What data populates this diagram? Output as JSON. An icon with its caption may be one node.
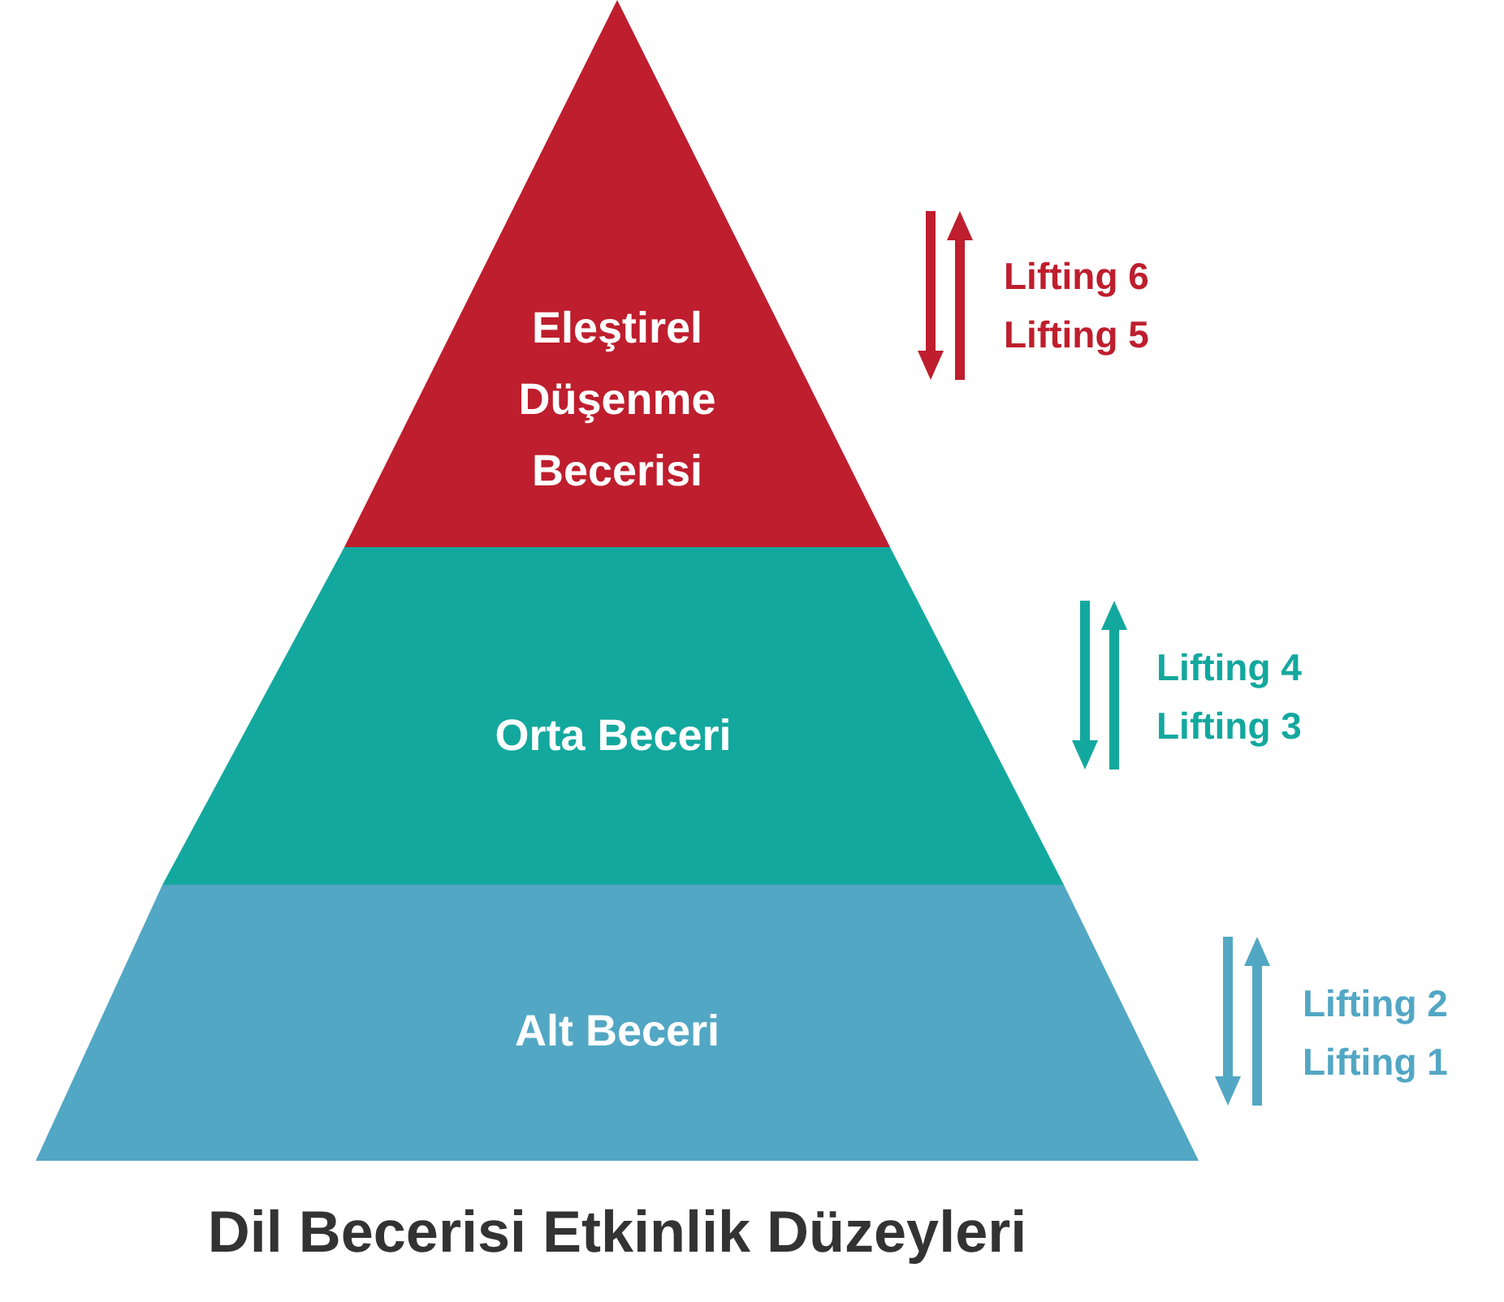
{
  "diagram": {
    "caption": "Dil Becerisi Etkinlik Düzeyleri",
    "nodes": [
      {
        "text": [
          "Eleştirel Düşenme Becerisi"
        ]
      },
      {
        "text": [
          "Orta Beceri"
        ]
      },
      {
        "text": [
          "Alt Beceri"
        ]
      }
    ],
    "labels": [
      "Lifting 6",
      "Lifting 5",
      "Lifting 4",
      "Lifting 3",
      "Lifting 2",
      "Lifting 1"
    ]
  }
}
